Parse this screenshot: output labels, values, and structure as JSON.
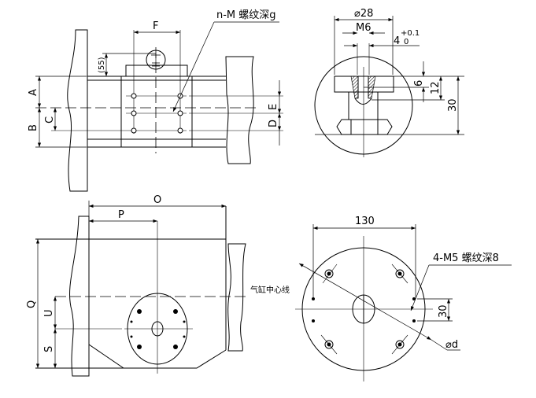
{
  "top_view": {
    "dims": {
      "A": "A",
      "B": "B",
      "C": "C",
      "D": "D",
      "E": "E",
      "F": "F",
      "h55": "(55)"
    },
    "note": "n-M 螺纹深g"
  },
  "detail_view": {
    "dia": "⌀28",
    "thread": "M6",
    "slot": "4",
    "tol_upper": "+0.1",
    "tol_lower": "0",
    "d6": "6",
    "d12": "12",
    "d30": "30"
  },
  "side_view": {
    "dims": {
      "O": "O",
      "P": "P",
      "Q": "Q",
      "U": "U",
      "S": "S"
    },
    "center_label": "气缸中心线"
  },
  "flange_view": {
    "width": "130",
    "spacing": "30",
    "note": "4-M5  螺纹深8",
    "dia": "⌀d"
  }
}
